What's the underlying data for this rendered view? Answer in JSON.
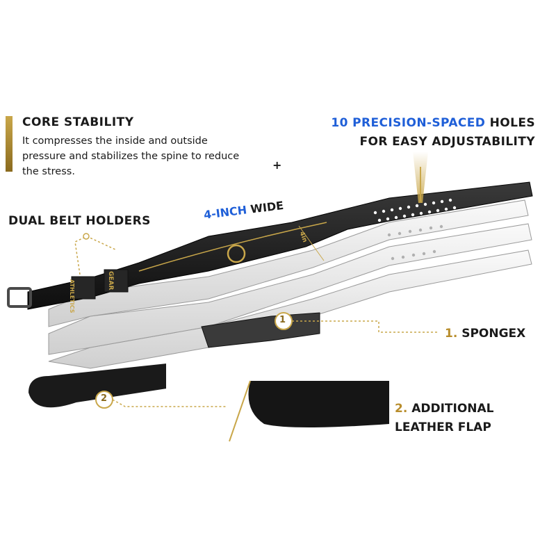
{
  "colors": {
    "gold": "#b88d2c",
    "blue": "#1f5fd8",
    "leather": "#1c1c1c",
    "lining": "#e6e6e6"
  },
  "core": {
    "title": "CORE STABILITY",
    "body": "It compresses the inside and outside pressure and stabilizes the spine to reduce the stress."
  },
  "plus_glyph": "+",
  "holes": {
    "line1_highlight": "10 PRECISION-SPACED",
    "line1_rest": " HOLES",
    "line2": "FOR EASY ADJUSTABILITY"
  },
  "dual": "DUAL BELT HOLDERS",
  "wide": {
    "highlight": "4-INCH",
    "rest": " WIDE"
  },
  "belt": {
    "loop_text": "ATHLETICS",
    "loop_text2": "GEAR",
    "width_marker": "4in"
  },
  "spongex": {
    "number": "1.",
    "label": "SPONGEX",
    "badge": "1"
  },
  "flap": {
    "number": "2.",
    "line1": "ADDITIONAL",
    "line2": "LEATHER FLAP",
    "badge": "2"
  }
}
